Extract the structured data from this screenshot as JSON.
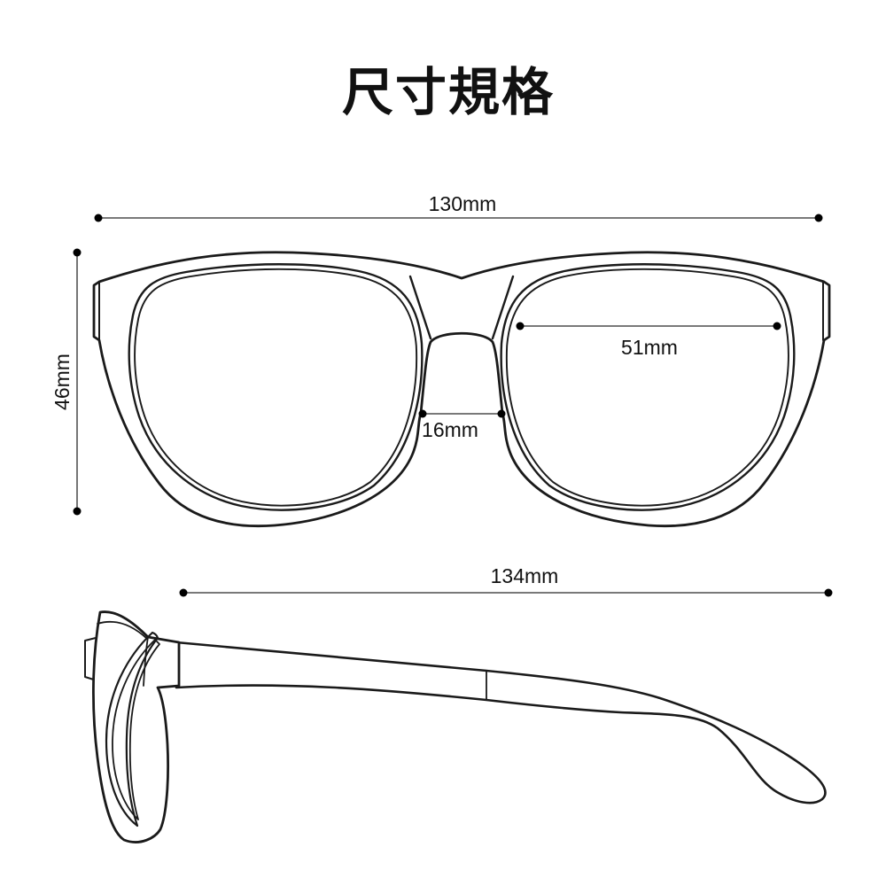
{
  "title": "尺寸規格",
  "colors": {
    "ink": "#1a1a1a",
    "dimension_line": "#666666",
    "dot": "#000000",
    "background": "#ffffff"
  },
  "front_view": {
    "total_width_label": "130mm",
    "height_label": "46mm",
    "lens_width_label": "51mm",
    "bridge_width_label": "16mm"
  },
  "side_view": {
    "temple_length_label": "134mm"
  }
}
